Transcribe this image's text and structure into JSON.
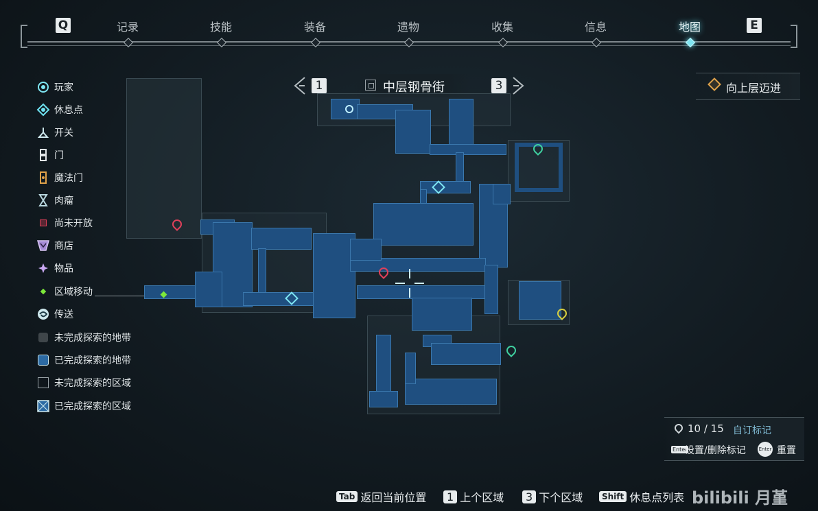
{
  "nav": {
    "left_key": "Q",
    "right_key": "E",
    "tabs": [
      {
        "label": "记录"
      },
      {
        "label": "技能"
      },
      {
        "label": "装备"
      },
      {
        "label": "遗物"
      },
      {
        "label": "收集"
      },
      {
        "label": "信息"
      },
      {
        "label": "地图",
        "active": true
      }
    ]
  },
  "area": {
    "prev_key": "1",
    "next_key": "3",
    "name": "中层钢骨街"
  },
  "objective": {
    "label": "向上层迈进"
  },
  "legend": [
    {
      "label": "玩家",
      "icon": "player-icon"
    },
    {
      "label": "休息点",
      "icon": "rest-point-icon"
    },
    {
      "label": "开关",
      "icon": "switch-icon"
    },
    {
      "label": "门",
      "icon": "door-icon"
    },
    {
      "label": "魔法门",
      "icon": "magic-door-icon"
    },
    {
      "label": "肉瘤",
      "icon": "flesh-tumor-icon"
    },
    {
      "label": "尚未开放",
      "icon": "not-open-icon"
    },
    {
      "label": "商店",
      "icon": "shop-icon"
    },
    {
      "label": "物品",
      "icon": "item-icon"
    },
    {
      "label": "区域移动",
      "icon": "area-move-icon"
    },
    {
      "label": "传送",
      "icon": "teleport-icon"
    },
    {
      "label": "未完成探索的地带",
      "icon": "unexplored-zone-icon"
    },
    {
      "label": "已完成探索的地带",
      "icon": "explored-zone-icon"
    },
    {
      "label": "未完成探索的区域",
      "icon": "unexplored-area-icon"
    },
    {
      "label": "已完成探索的区域",
      "icon": "explored-area-icon"
    }
  ],
  "markers": {
    "count": "10 / 15",
    "label": "自订标记",
    "set_key": "Enter",
    "set_label": "设置/删除标记",
    "reset_key": "Enter",
    "reset_label": "重置"
  },
  "hints": [
    {
      "key": "Tab",
      "label": "返回当前位置"
    },
    {
      "key": "1",
      "label": "上个区域"
    },
    {
      "key": "3",
      "label": "下个区域"
    },
    {
      "key": "Shift",
      "label": "休息点列表"
    }
  ],
  "watermark": "bilibili 月堇",
  "colors": {
    "map_room": "#1f4f80",
    "accent": "#6fe3f2",
    "marker_red": "#e0405a",
    "marker_green": "#3fd0a0",
    "marker_yellow": "#d8d040",
    "area_move": "#7ce83a"
  }
}
